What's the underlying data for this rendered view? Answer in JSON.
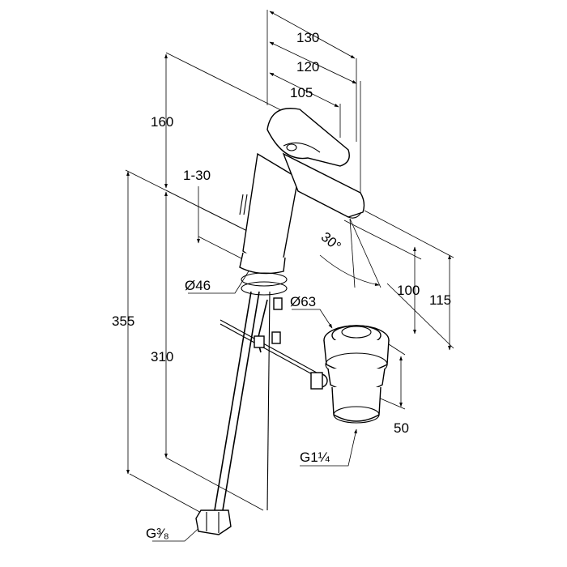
{
  "dimensions": {
    "w130": "130",
    "w120": "120",
    "w105": "105",
    "h160": "160",
    "range_1_30": "1-30",
    "angle_30": "30°",
    "dia46": "Ø46",
    "dia63": "Ø63",
    "h355": "355",
    "h310": "310",
    "h100": "100",
    "h115": "115",
    "h50": "50",
    "thread_g114": "G1¼",
    "thread_g38": "G³⁄₈"
  }
}
